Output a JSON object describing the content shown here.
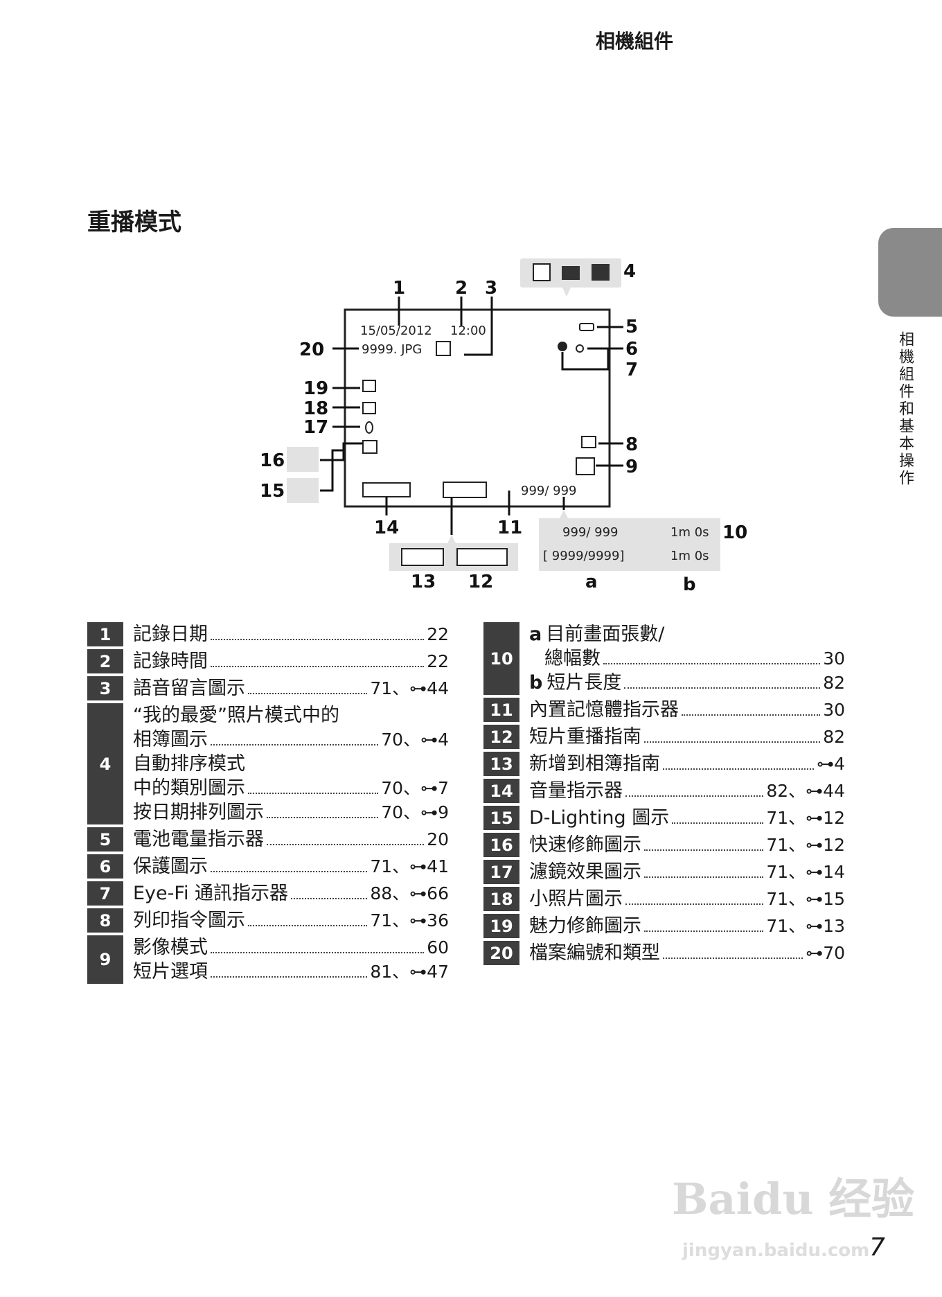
{
  "header": {
    "section": "相機組件"
  },
  "heading": "重播模式",
  "side_tab": {
    "label": "相機組件和基本操作"
  },
  "diagram": {
    "date": "15/05/2012",
    "time": "12:00",
    "file": "9999. JPG",
    "counter_top": "999/ 999",
    "legend_row1_a": "999/ 999",
    "legend_row1_b": "1m 0s",
    "legend_row2_a": "[ 9999/9999]",
    "legend_row2_b": "1m 0s",
    "sub_a": "a",
    "sub_b": "b",
    "callouts": [
      "1",
      "2",
      "3",
      "4",
      "5",
      "6",
      "7",
      "8",
      "9",
      "10",
      "11",
      "12",
      "13",
      "14",
      "15",
      "16",
      "17",
      "18",
      "19",
      "20"
    ]
  },
  "table_left": [
    {
      "n": "1",
      "lines": [
        {
          "t": "記錄日期",
          "p": "22"
        }
      ]
    },
    {
      "n": "2",
      "lines": [
        {
          "t": "記錄時間",
          "p": "22"
        }
      ]
    },
    {
      "n": "3",
      "lines": [
        {
          "t": "語音留言圖示",
          "p": "71、⊶44"
        }
      ]
    },
    {
      "n": "4",
      "lines": [
        {
          "t": "“我的最愛”照片模式中的"
        },
        {
          "t": "相簿圖示",
          "p": "70、⊶4"
        },
        {
          "t": "自動排序模式"
        },
        {
          "t": "中的類別圖示",
          "p": "70、⊶7"
        },
        {
          "t": "按日期排列圖示",
          "p": "70、⊶9"
        }
      ]
    },
    {
      "n": "5",
      "lines": [
        {
          "t": "電池電量指示器",
          "p": "20"
        }
      ]
    },
    {
      "n": "6",
      "lines": [
        {
          "t": "保護圖示",
          "p": "71、⊶41"
        }
      ]
    },
    {
      "n": "7",
      "lines": [
        {
          "t": "Eye-Fi 通訊指示器",
          "p": "88、⊶66"
        }
      ]
    },
    {
      "n": "8",
      "lines": [
        {
          "t": "列印指令圖示",
          "p": "71、⊶36"
        }
      ]
    },
    {
      "n": "9",
      "lines": [
        {
          "t": "影像模式",
          "p": "60"
        },
        {
          "t": "短片選項",
          "p": "81、⊶47"
        }
      ]
    }
  ],
  "table_right": [
    {
      "n": "10",
      "lines": [
        {
          "b": "a",
          "t": "目前畫面張數/"
        },
        {
          "t": "總幅數",
          "p": "30",
          "ind": true
        },
        {
          "b": "b",
          "t": "短片長度",
          "p": "82"
        }
      ]
    },
    {
      "n": "11",
      "lines": [
        {
          "t": "內置記憶體指示器",
          "p": "30"
        }
      ]
    },
    {
      "n": "12",
      "lines": [
        {
          "t": "短片重播指南",
          "p": "82"
        }
      ]
    },
    {
      "n": "13",
      "lines": [
        {
          "t": "新增到相簿指南",
          "p": "⊶4"
        }
      ]
    },
    {
      "n": "14",
      "lines": [
        {
          "t": "音量指示器",
          "p": "82、⊶44"
        }
      ]
    },
    {
      "n": "15",
      "lines": [
        {
          "t": "D-Lighting 圖示",
          "p": "71、⊶12"
        }
      ]
    },
    {
      "n": "16",
      "lines": [
        {
          "t": "快速修飾圖示",
          "p": "71、⊶12"
        }
      ]
    },
    {
      "n": "17",
      "lines": [
        {
          "t": "濾鏡效果圖示",
          "p": "71、⊶14"
        }
      ]
    },
    {
      "n": "18",
      "lines": [
        {
          "t": "小照片圖示",
          "p": "71、⊶15"
        }
      ]
    },
    {
      "n": "19",
      "lines": [
        {
          "t": "魅力修飾圖示",
          "p": "71、⊶13"
        }
      ]
    },
    {
      "n": "20",
      "lines": [
        {
          "t": "檔案編號和類型",
          "p": "⊶70"
        }
      ]
    }
  ],
  "watermark": {
    "main": "Baidu 经验",
    "url": "jingyan.baidu.com"
  },
  "page_number": "7"
}
